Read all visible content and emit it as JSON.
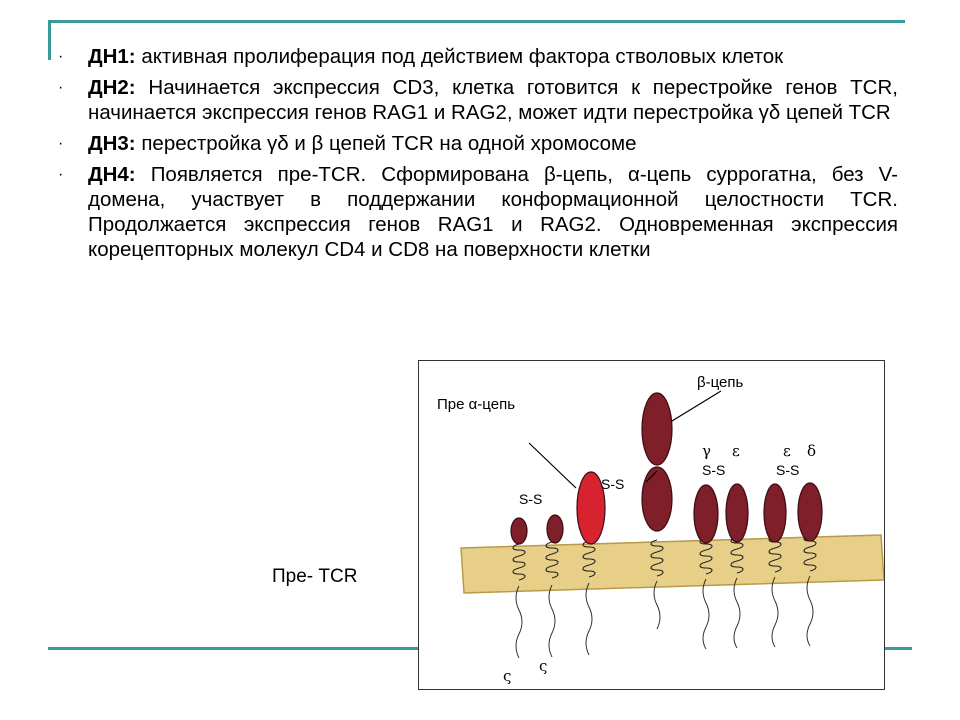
{
  "bullets": [
    {
      "head": "ДН1:",
      "text": " активная пролиферация под действием фактора стволовых клеток"
    },
    {
      "head": "ДН2:",
      "text": " Начинается экспрессия CD3, клетка готовится к перестройке генов TCR, начинается экспрессия генов RAG1 и RAG2, может идти перестройка γδ цепей TCR"
    },
    {
      "head": "ДН3:",
      "text": " перестройка γδ и β цепей TCR на одной хромосоме"
    },
    {
      "head": "ДН4:",
      "text": " Появляется пре-TCR. Сформирована β-цепь, α-цепь суррогатна, без V-домена, участвует в поддержании конформационной целостности TCR. Продолжается экспрессия генов RAG1 и RAG2. Одновременная экспрессия корецепторных молекул CD4 и CD8 на поверхности клетки"
    }
  ],
  "bullet_glyph": "·",
  "caption": "Пре- TCR",
  "diagram": {
    "label_pre_alpha": "Пре α-цепь",
    "label_beta": "β-цепь",
    "ss_left": "S-S",
    "ss_mid": "S-S",
    "ss_gamma_eps": "S-S",
    "ss_eps_delta": "S-S",
    "gamma": "γ",
    "eps1": "ε",
    "eps2": "ε",
    "delta": "δ",
    "zeta1": "ς",
    "zeta2": "ς",
    "colors": {
      "membrane": "#e7cf88",
      "membrane_edge": "#b89a4a",
      "dark_red": "#7e1f2a",
      "bright_red": "#d7222f",
      "dark_edge": "#3b0c12"
    }
  }
}
